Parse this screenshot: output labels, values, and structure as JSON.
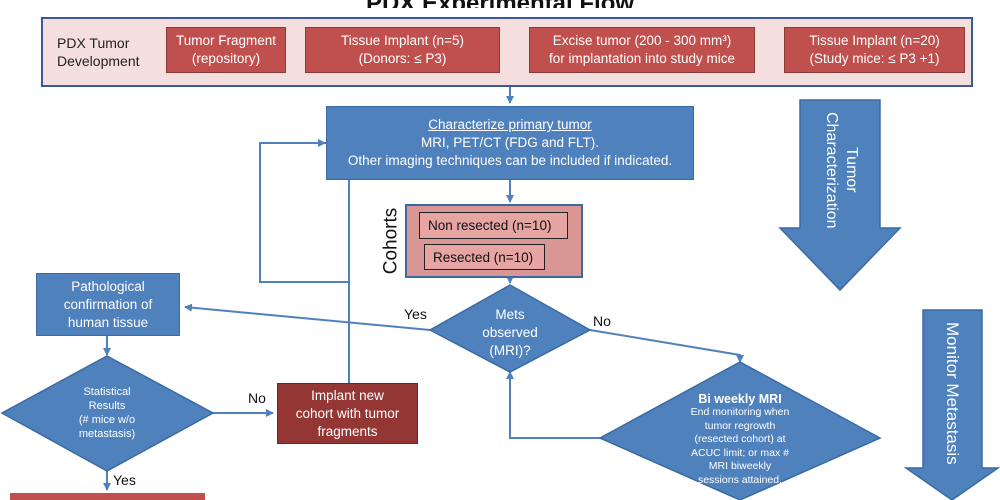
{
  "title": "PDX Experimental Flow",
  "pdx": {
    "label": "PDX Tumor Development",
    "boxes": [
      {
        "line1": "Tumor Fragment",
        "line2": "(repository)"
      },
      {
        "line1": "Tissue Implant (n=5)",
        "line2": "(Donors: ≤ P3)"
      },
      {
        "line1": "Excise tumor (200 - 300 mm³)",
        "line2": "for implantation into study mice"
      },
      {
        "line1": "Tissue Implant (n=20)",
        "line2": "(Study mice: ≤ P3 +1)"
      }
    ]
  },
  "characterize": {
    "heading": "Characterize primary tumor",
    "line1": "MRI, PET/CT (FDG and FLT).",
    "line2": "Other imaging techniques can be included if indicated."
  },
  "cohorts": {
    "label": "Cohorts",
    "items": [
      "Non resected (n=10)",
      "Resected (n=10)"
    ]
  },
  "mets": {
    "line1": "Mets",
    "line2": "observed",
    "line3": "(MRI)?"
  },
  "yes1": "Yes",
  "no1": "No",
  "pathological": {
    "line1": "Pathological",
    "line2": "confirmation of",
    "line3": "human tissue"
  },
  "statistical": {
    "line1": "Statistical",
    "line2": "Results",
    "line3": "(# mice w/o",
    "line4": "metastasis)"
  },
  "no2": "No",
  "yes2": "Yes",
  "implant_new": {
    "line1": "Implant new",
    "line2": "cohort with tumor",
    "line3": "fragments"
  },
  "mri": {
    "heading": "Bi weekly MRI",
    "line1": "End monitoring when",
    "line2": "tumor regrowth",
    "line3": "(resected cohort) at",
    "line4": "ACUC limit; or max #",
    "line5": "MRI biweekly",
    "line6": "sessions attained."
  },
  "side": {
    "tumor_char_line1": "Tumor",
    "tumor_char_line2": "Characterization",
    "monitor": "Monitor Metastasis"
  },
  "colors": {
    "red": "#c0504d",
    "blue": "#4f81bd",
    "dark_red": "#943634",
    "pink_panel": "#f4dede",
    "cohort_panel": "#d99694"
  }
}
